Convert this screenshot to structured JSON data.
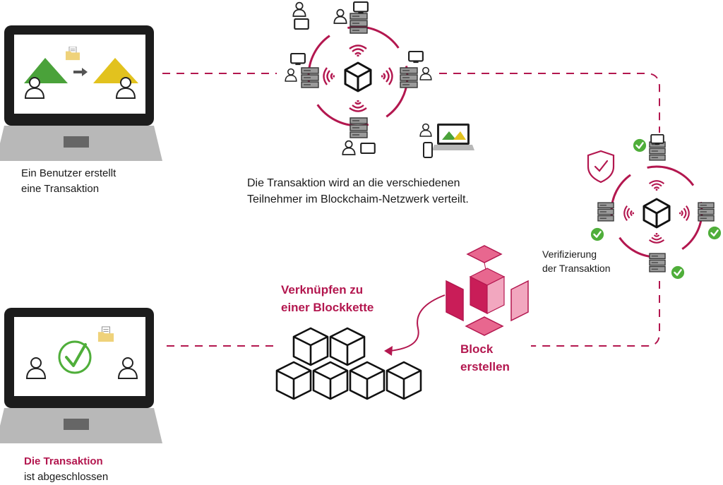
{
  "captions": {
    "create": [
      "Ein Benutzer erstellt",
      "eine Transaktion"
    ],
    "distribute": [
      "Die Transaktion wird an die verschiedenen",
      "Teilnehmer im Blockchaim-Netzwerk verteilt."
    ],
    "verify": [
      "Verifizierung",
      "der Transaktion"
    ],
    "chain": [
      "Verknüpfen zu",
      "einer Blockkette"
    ],
    "block": [
      "Block",
      "erstellen"
    ],
    "done": [
      "Die Transaktion",
      "ist abgeschlossen"
    ]
  },
  "colors": {
    "accent": "#b3174f",
    "accent_light": "#e8678f",
    "accent_pale": "#f2a7bf",
    "laptop_frame": "#1c1c1c",
    "laptop_base": "#b8b8b8",
    "green_triangle": "#4aa23a",
    "yellow_triangle": "#e2c21e",
    "check_green": "#4fae3a",
    "folder_yellow": "#efd27a",
    "server_gray": "#9a9a9a"
  },
  "icons": {
    "cube": "cube-icon",
    "server": "server-stack-icon",
    "user": "user-icon",
    "monitor": "monitor-icon",
    "phone": "phone-icon",
    "shield": "shield-check-icon",
    "check": "check-badge-icon",
    "signal": "signal-waves-icon",
    "folder": "folder-icon",
    "arrow": "arrow-right-icon"
  }
}
